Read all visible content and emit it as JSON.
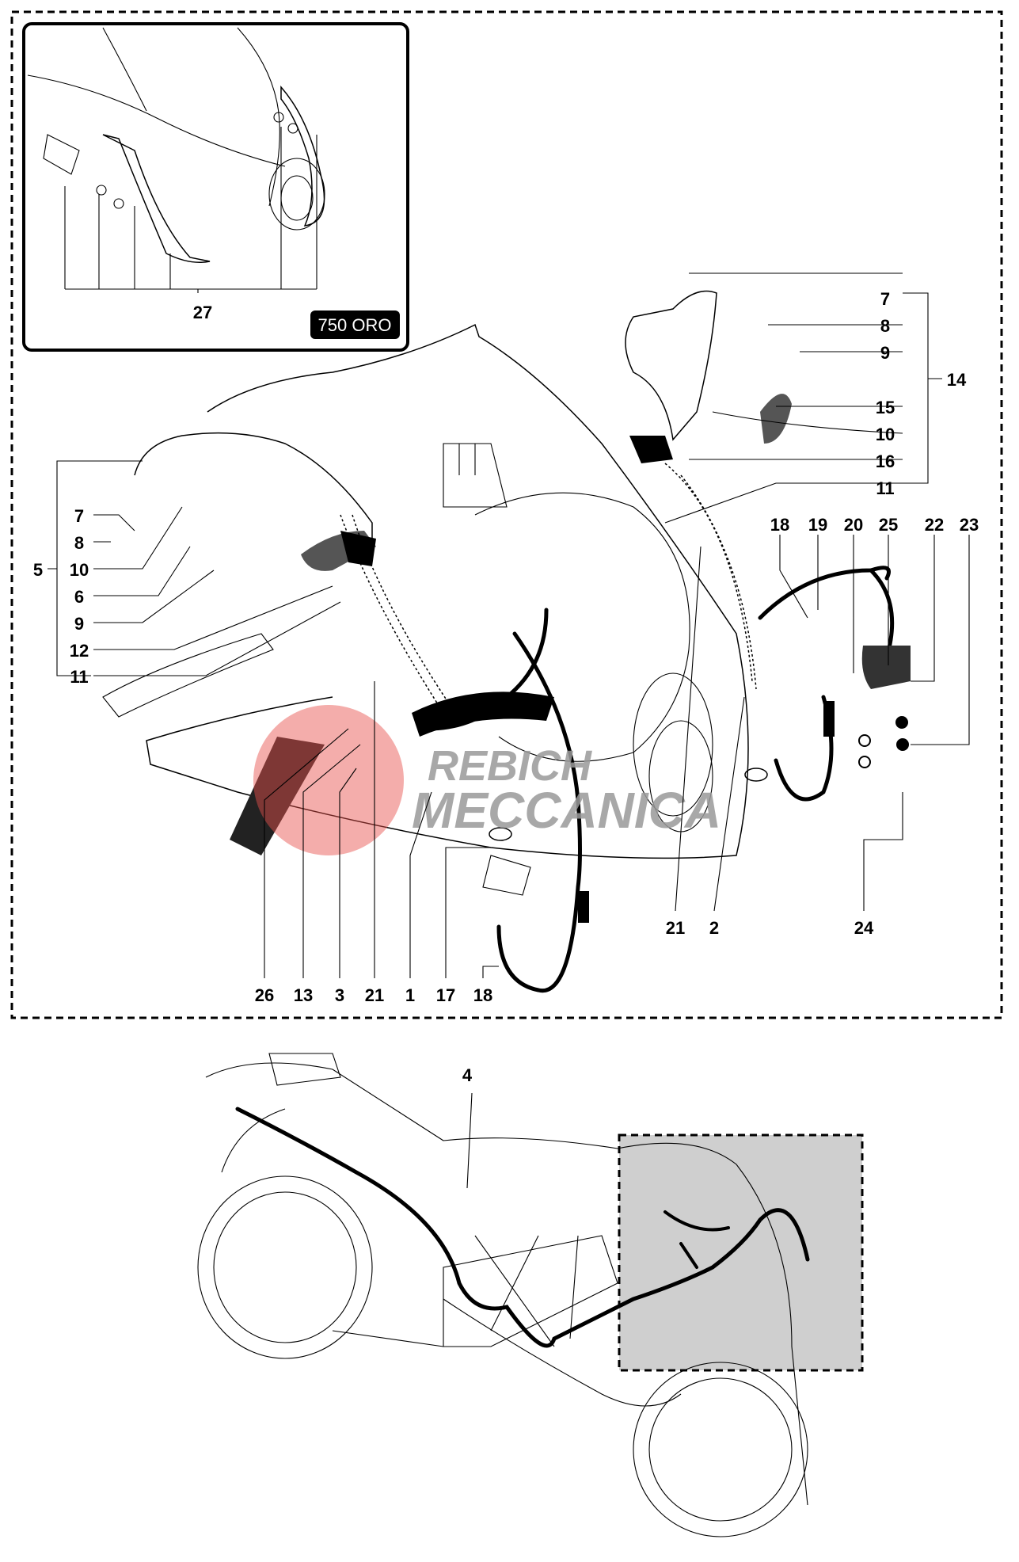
{
  "inset": {
    "callout": "27",
    "badge": "750 ORO"
  },
  "left_group": {
    "group": "5",
    "items": [
      "7",
      "8",
      "10",
      "6",
      "9",
      "12",
      "11"
    ]
  },
  "right_group": {
    "group": "14",
    "items": [
      "7",
      "8",
      "9",
      "15",
      "10",
      "16",
      "11"
    ]
  },
  "top_row": [
    "18",
    "19",
    "20",
    "25",
    "22",
    "23"
  ],
  "bottom_row": [
    "26",
    "13",
    "3",
    "21",
    "1",
    "17",
    "18"
  ],
  "mid_bottom": [
    "21",
    "2",
    "24"
  ],
  "lower_diagram": {
    "callout": "4"
  },
  "watermark": {
    "line1": "REBICH",
    "line2": "MECCANICA",
    "color": "#e8504a"
  }
}
